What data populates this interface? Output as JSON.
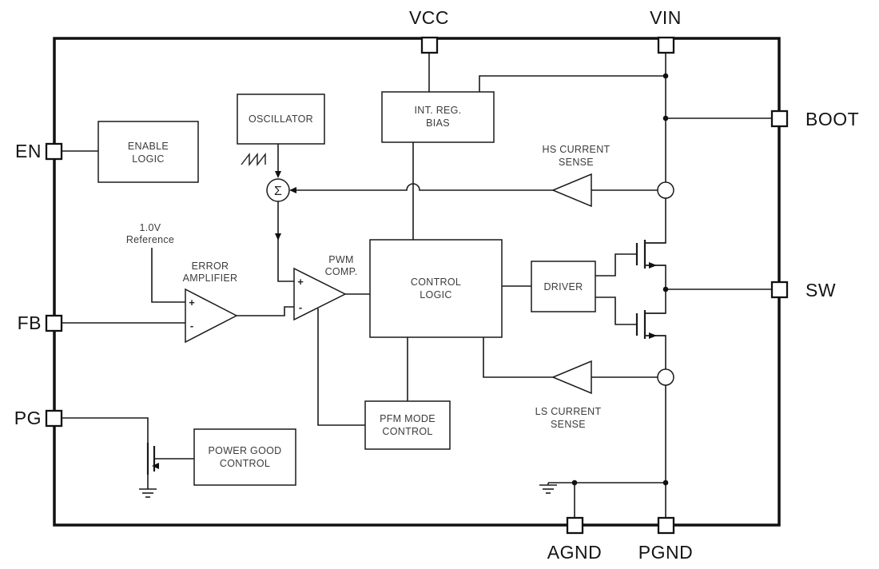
{
  "pins": {
    "vcc": "VCC",
    "vin": "VIN",
    "boot": "BOOT",
    "sw": "SW",
    "en": "EN",
    "fb": "FB",
    "pg": "PG",
    "agnd": "AGND",
    "pgnd": "PGND"
  },
  "blocks": {
    "enable_logic": {
      "lines": [
        "ENABLE",
        "LOGIC"
      ]
    },
    "oscillator": {
      "lines": [
        "OSCILLATOR"
      ]
    },
    "int_reg_bias": {
      "lines": [
        "INT. REG.",
        "BIAS"
      ]
    },
    "control_logic": {
      "lines": [
        "CONTROL",
        "LOGIC"
      ]
    },
    "driver": {
      "lines": [
        "DRIVER"
      ]
    },
    "pfm_mode_control": {
      "lines": [
        "PFM MODE",
        "CONTROL"
      ]
    },
    "power_good_control": {
      "lines": [
        "POWER GOOD",
        "CONTROL"
      ]
    }
  },
  "annotations": {
    "error_amplifier": {
      "lines": [
        "ERROR",
        "AMPLIFIER"
      ]
    },
    "pwm_comp": {
      "lines": [
        "PWM",
        "COMP."
      ]
    },
    "hs_current_sense": {
      "lines": [
        "HS CURRENT",
        "SENSE"
      ]
    },
    "ls_current_sense": {
      "lines": [
        "LS CURRENT",
        "SENSE"
      ]
    },
    "reference": {
      "lines": [
        "1.0V",
        "Reference"
      ]
    }
  },
  "symbols": {
    "sigma": "Σ",
    "plus": "+",
    "minus": "-"
  },
  "colors": {
    "wire": "#1a1a1a",
    "text": "#3c3c3c",
    "pin_text": "#141414",
    "background": "#ffffff"
  }
}
